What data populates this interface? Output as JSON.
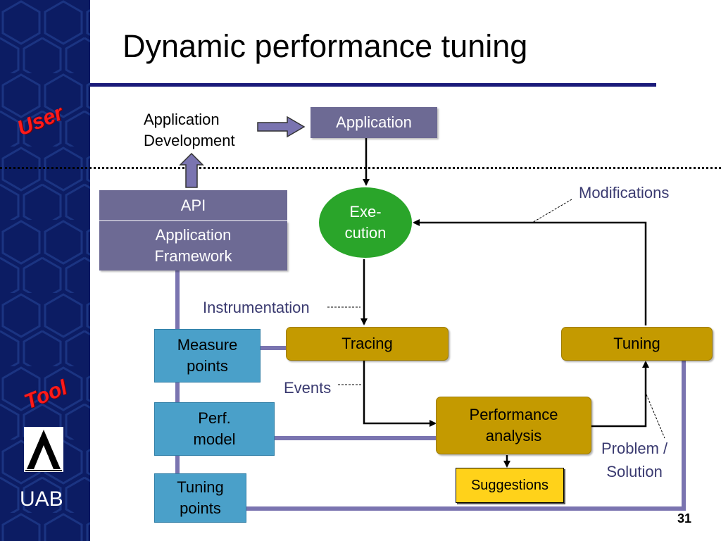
{
  "slide": {
    "title": "Dynamic performance tuning",
    "page_number": "31"
  },
  "sidebar": {
    "user_label": "User",
    "tool_label": "Tool",
    "org_label": "UAB"
  },
  "diagram": {
    "app_development": "Application\nDevelopment",
    "application": "Application",
    "api": "API",
    "app_framework": "Application\nFramework",
    "execution": "Exe-\ncution",
    "modifications": "Modifications",
    "instrumentation": "Instrumentation",
    "measure_points": "Measure\npoints",
    "tracing": "Tracing",
    "tuning": "Tuning",
    "events": "Events",
    "perf_model": "Perf.\nmodel",
    "performance_analysis": "Performance\nanalysis",
    "problem_solution": "Problem /\nSolution",
    "tuning_points": "Tuning\npoints",
    "suggestions": "Suggestions"
  },
  "colors": {
    "sidebar_bg": "#0c1c63",
    "purple_box": "#6d6a94",
    "blue_box": "#4aa0c9",
    "gold_box": "#c49a00",
    "execution": "#2aa52a",
    "suggestions": "#ffd21a",
    "connector": "#7a74b0",
    "side_label": "#ff1a1a"
  }
}
